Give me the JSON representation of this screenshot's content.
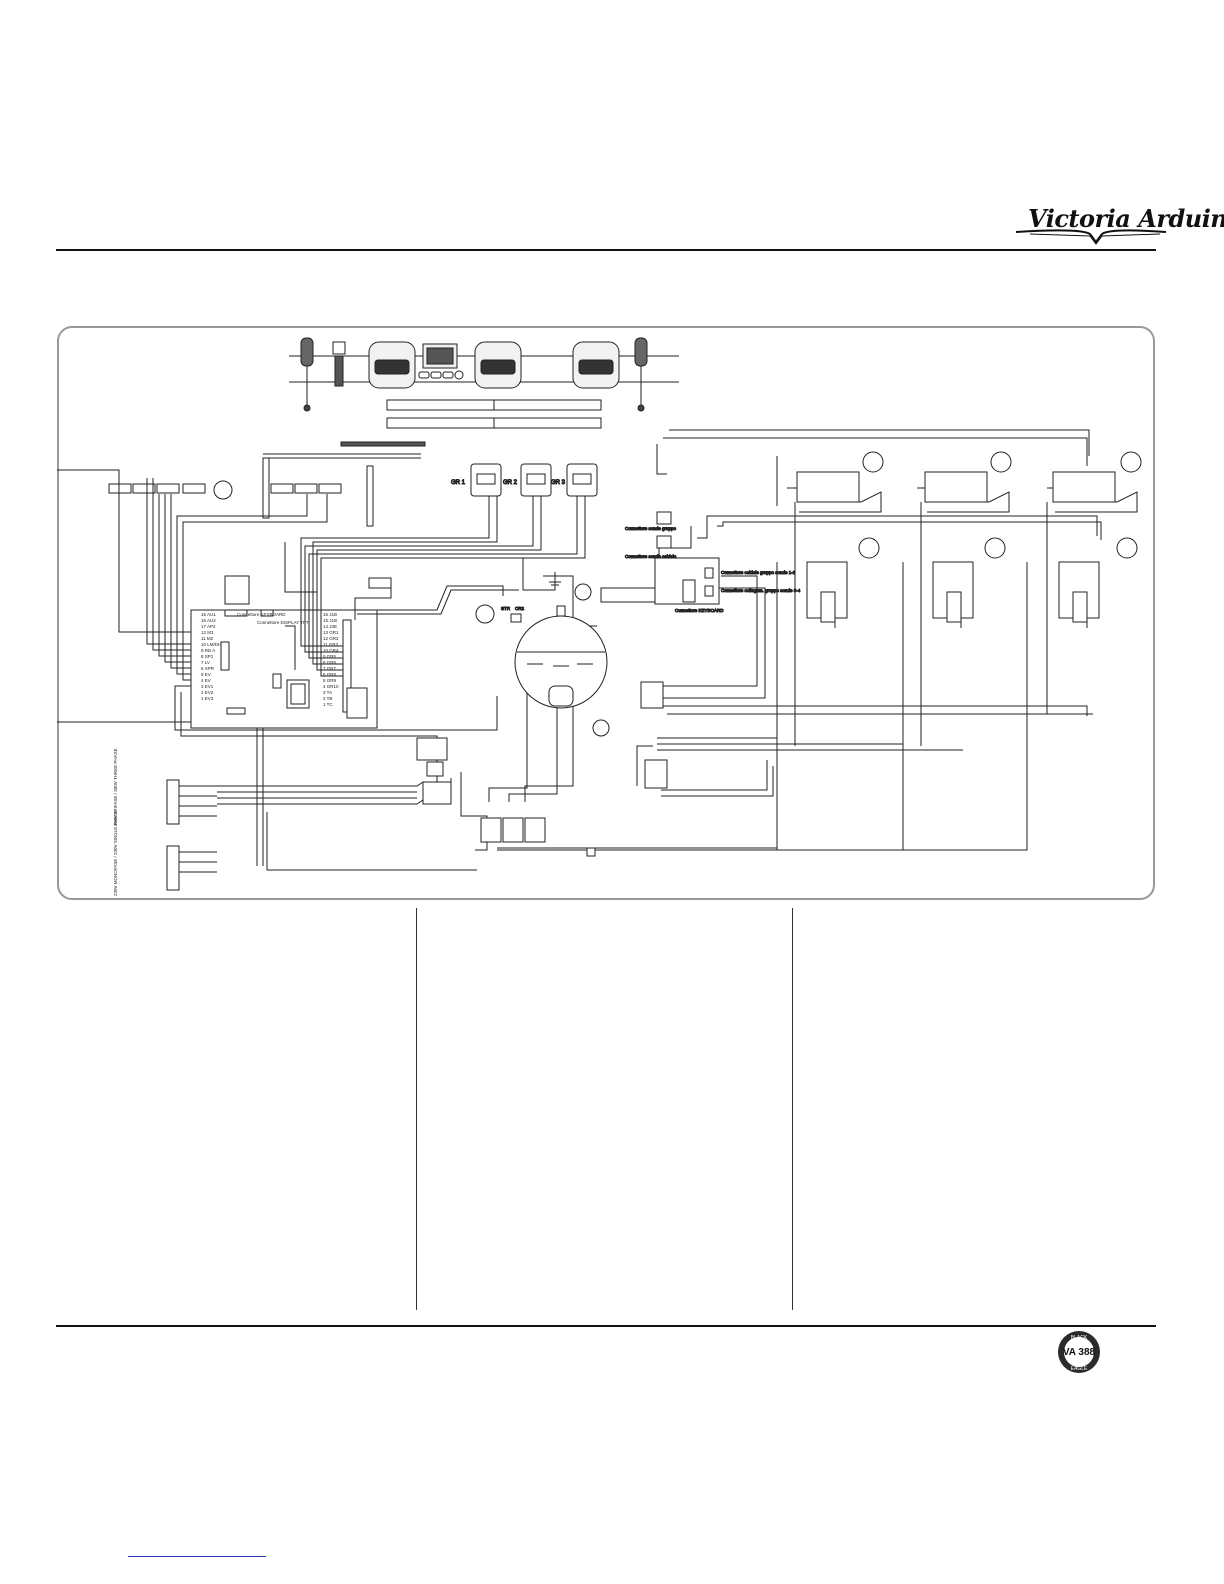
{
  "brand": {
    "name": "Victoria Arduino"
  },
  "badge": {
    "line1": "BLACK",
    "model": "VA 388",
    "line2": "EAGLE"
  },
  "diagram": {
    "power": {
      "three_phase": "380V TRIFASE / 380V THREE PHASE",
      "single_phase": "230V MONOFASE / 230V SINGLE PHASE"
    },
    "groups": [
      "GR 1",
      "GR 2",
      "GR 3"
    ],
    "connectors": {
      "display": "Connettore DISPLAY TFT",
      "keyboard": "Connettore KEYBOARD",
      "display2": "Connettore DISPLAY TFT",
      "group_probes": "Connettore sonde gruppo",
      "boiler_probes": "Connettore sonde caldaie",
      "gr_boiler_12": "Connettore caldaie gruppo sonde 1-2",
      "gr_boiler_34": "Connettore collegam. gruppo sonde 3-4",
      "keyboard_right": "Connettore KEYBOARD"
    },
    "board_left_labels": [
      "15 AU1",
      "16 AU2",
      "17 AP2",
      "12 M1",
      "11 M2",
      "10 LM/DH",
      "9 RD A",
      "8 SP1",
      "7 LV",
      "6 SPR",
      "5 EV",
      "4 EV",
      "3 EV1",
      "2 EV2",
      "1 EV3"
    ],
    "board_right_labels": [
      "16 J1B",
      "15 J1B",
      "14 J3E",
      "13 GR1",
      "12 GR2",
      "11 GR3",
      "10 GR4",
      "9 GR5",
      "8 GR6",
      "7 GR7",
      "6 GR8",
      "5 GR9",
      "4 GR10",
      "3 TA",
      "2 TB",
      "1 TC"
    ],
    "probes": [
      "STR",
      "CR2"
    ]
  }
}
